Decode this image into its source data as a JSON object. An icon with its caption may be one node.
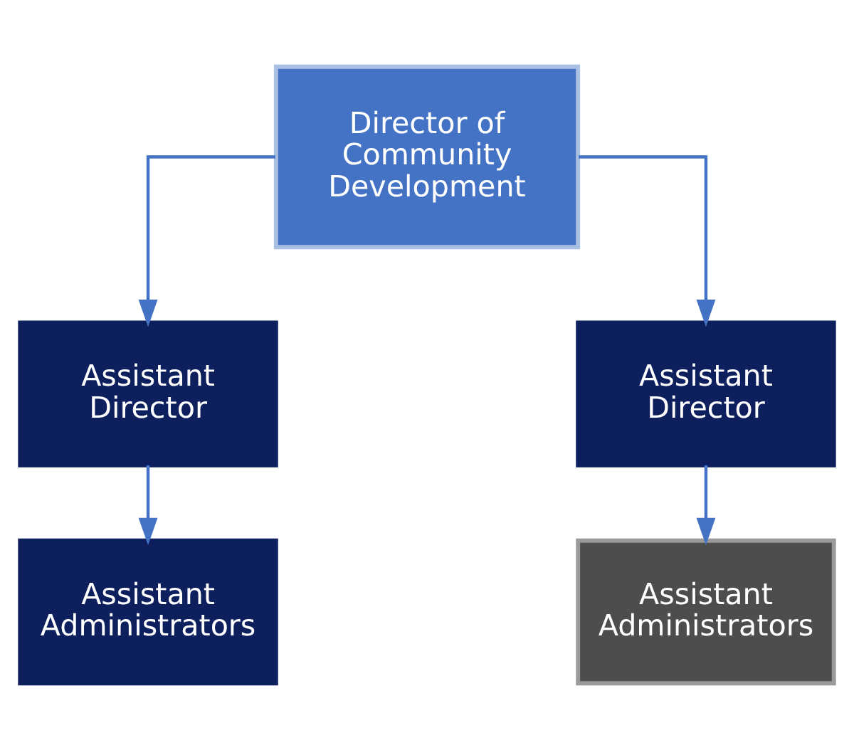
{
  "diagram": {
    "nodes": [
      {
        "text": [
          "Director of Community Development"
        ]
      },
      {
        "text": [
          "Assistant Director"
        ]
      },
      {
        "text": [
          "Assistant Director"
        ]
      },
      {
        "text": [
          "Assistant Administrators"
        ]
      },
      {
        "text": [
          "Assistant Administrators"
        ]
      }
    ],
    "edges": [
      {
        "from": 0,
        "to": 1,
        "arrow": "to"
      },
      {
        "from": 0,
        "to": 2,
        "arrow": "to"
      },
      {
        "from": 1,
        "to": 3,
        "arrow": "to"
      },
      {
        "from": 2,
        "to": 4,
        "arrow": "to"
      }
    ]
  }
}
